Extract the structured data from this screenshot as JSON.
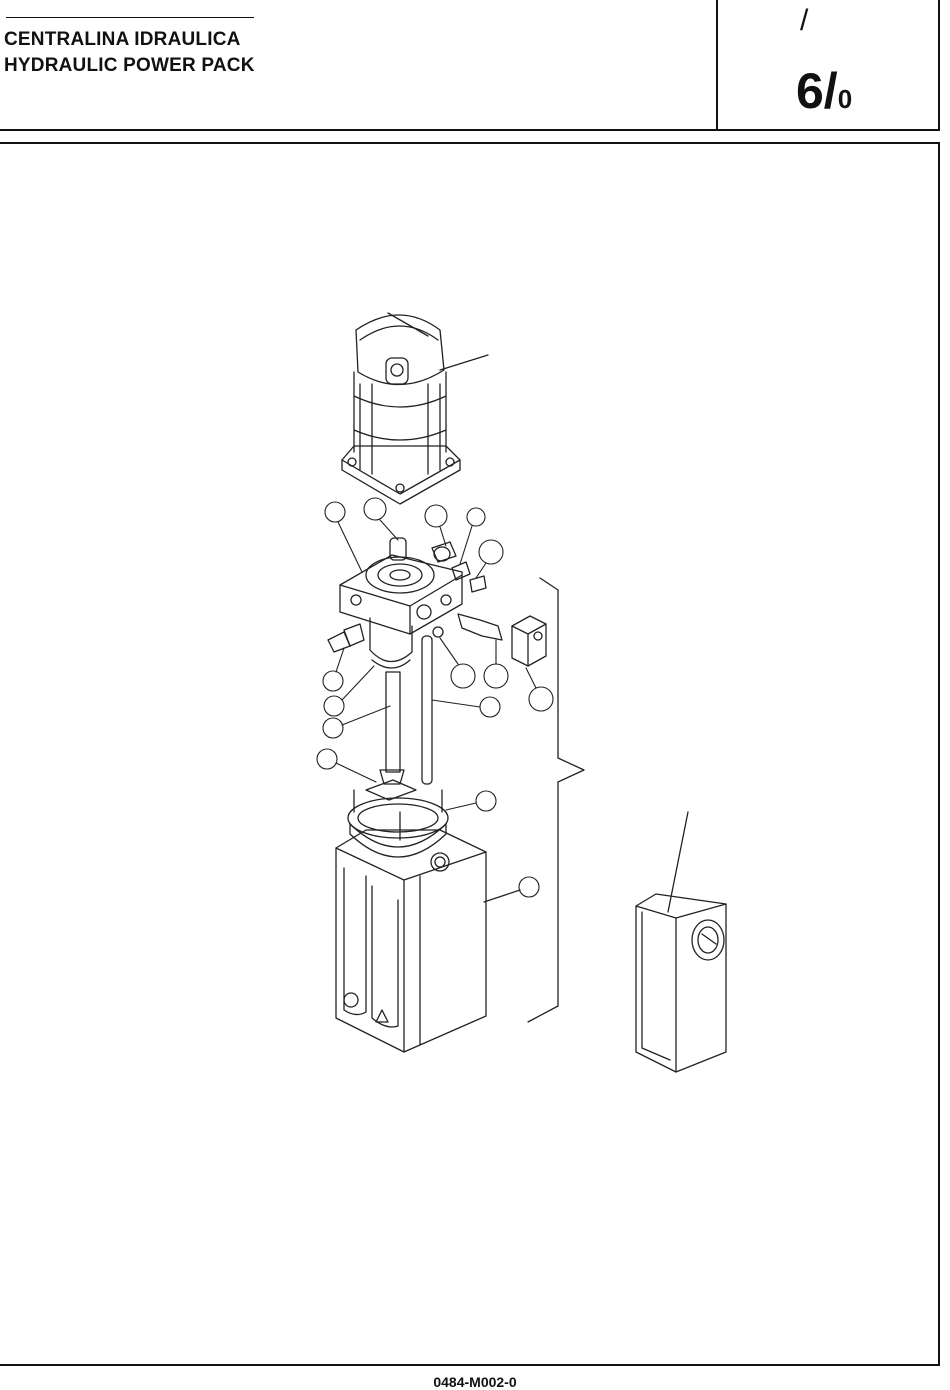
{
  "header": {
    "title_it": "CENTRALINA IDRAULICA",
    "title_en": "HYDRAULIC POWER PACK",
    "slash": "/",
    "page_number": "6/",
    "revision": "0"
  },
  "footer": {
    "drawing_code": "0484-M002-0"
  },
  "parts": [
    {
      "name": "electric-motor"
    },
    {
      "name": "valve-block"
    },
    {
      "name": "suction-tube"
    },
    {
      "name": "return-tube"
    },
    {
      "name": "filter"
    },
    {
      "name": "tank-flange"
    },
    {
      "name": "oil-tank"
    },
    {
      "name": "solenoid-coil"
    },
    {
      "name": "electric-box"
    }
  ]
}
